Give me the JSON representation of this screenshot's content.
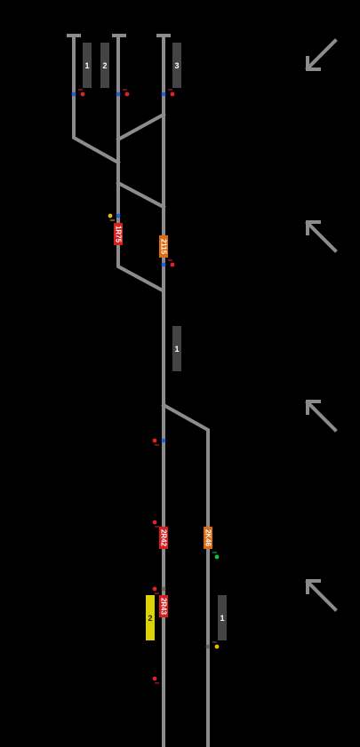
{
  "colors": {
    "background": "#000000",
    "track": "#8c8c8c",
    "platform": "#444444",
    "platform_highlight": "#dcd20a",
    "train_red": "#d51f1f",
    "train_orange": "#e06a10",
    "signal_blue": "#1f62d8",
    "signal_red": "#e0232a",
    "signal_yellow": "#e8b80a",
    "signal_green": "#18c23a",
    "signal_grey": "#666666",
    "direction_arrow": "#8c8c8c"
  },
  "platforms": [
    {
      "id": "p-top-1",
      "label": "1"
    },
    {
      "id": "p-top-2",
      "label": "2"
    },
    {
      "id": "p-top-3",
      "label": "3"
    },
    {
      "id": "p-mid-1",
      "label": "1"
    },
    {
      "id": "p-bot-2",
      "label": "2",
      "highlighted": true
    },
    {
      "id": "p-bot-1",
      "label": "1"
    }
  ],
  "trains": [
    {
      "id": "1R75",
      "label": "1R75",
      "color": "red"
    },
    {
      "id": "2115",
      "label": "2115",
      "color": "orange"
    },
    {
      "id": "2R42",
      "label": "2R42",
      "color": "red"
    },
    {
      "id": "2K46",
      "label": "2K46",
      "color": "orange"
    },
    {
      "id": "2R43",
      "label": "2R43",
      "color": "red"
    }
  ],
  "direction_arrows": [
    {
      "id": "arrow-1",
      "icon": "arrow-down-left-icon"
    },
    {
      "id": "arrow-2",
      "icon": "arrow-up-left-icon"
    },
    {
      "id": "arrow-3",
      "icon": "arrow-up-left-icon"
    },
    {
      "id": "arrow-4",
      "icon": "arrow-up-left-icon"
    }
  ]
}
